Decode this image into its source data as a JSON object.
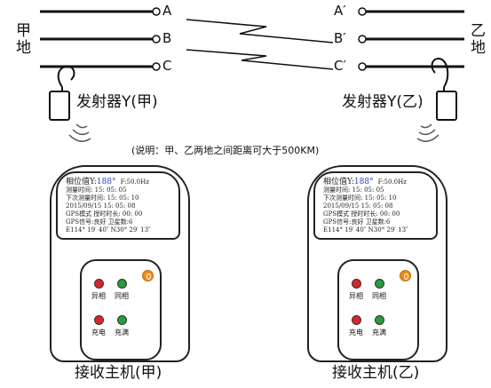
{
  "side_labels": {
    "left": "甲地",
    "right": "乙地"
  },
  "lines_left": [
    "A",
    "B",
    "C"
  ],
  "lines_right": [
    "A′",
    "B′",
    "C′"
  ],
  "transmitters": {
    "left": "发射器Y(甲)",
    "right": "发射器Y(乙)"
  },
  "note": "(说明：甲、乙两地之间距离可大于500KM)",
  "colors": {
    "phase_value": "#1f3fbf",
    "led_red": "#d9262a",
    "led_green": "#2a9a3c",
    "power": "#f08a1c"
  },
  "receivers": [
    {
      "title": "接收主机(甲)",
      "screen": {
        "phase_label": "相位值Y:",
        "phase_value": "188°",
        "freq": "F:50.0Hz",
        "line1": "测量时间: 15: 05: 05",
        "line2": "下次测量时间: 15: 05: 10",
        "line3": "2015/09/15  15: 05: 08",
        "line4": "GPS模式    授时时长: 00: 00",
        "line5": "GPS信号:良好        卫星数:6",
        "line6": "E114° 19′ 40″  N30° 29′ 13″"
      },
      "leds": {
        "anti_phase": "异相",
        "same_phase": "同相",
        "charging": "充电",
        "full": "充满"
      }
    },
    {
      "title": "接收主机(乙)",
      "screen": {
        "phase_label": "相位值Y:",
        "phase_value": "188°",
        "freq": "F:50.0Hz",
        "line1": "测量时间: 15: 05: 05",
        "line2": "下次测量时间: 15: 05: 10",
        "line3": "2015/09/15  15: 05: 08",
        "line4": "GPS模式    授时时长: 00: 00",
        "line5": "GPS信号:良好        卫星数:6",
        "line6": "E114° 19′ 40″  N30° 29′ 13″"
      },
      "leds": {
        "anti_phase": "异相",
        "same_phase": "同相",
        "charging": "充电",
        "full": "充满"
      }
    }
  ]
}
